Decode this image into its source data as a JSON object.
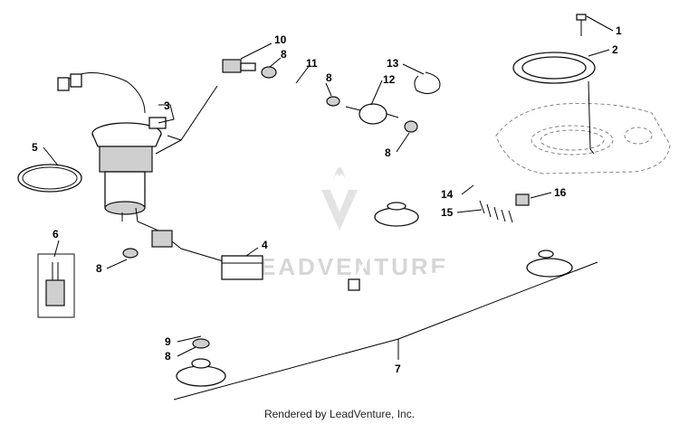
{
  "diagram": {
    "callouts": [
      "1",
      "2",
      "3",
      "4",
      "5",
      "6",
      "7",
      "8",
      "8",
      "8",
      "8",
      "8",
      "9",
      "10",
      "11",
      "12",
      "13",
      "14",
      "15",
      "16"
    ],
    "watermark": "LEADVENTURE",
    "footer": "Rendered by LeadVenture, Inc.",
    "colors": {
      "line": "#000000",
      "part_fill": "#ffffff",
      "shading": "#cfcfcf",
      "watermark": "#d6d6d6"
    }
  }
}
